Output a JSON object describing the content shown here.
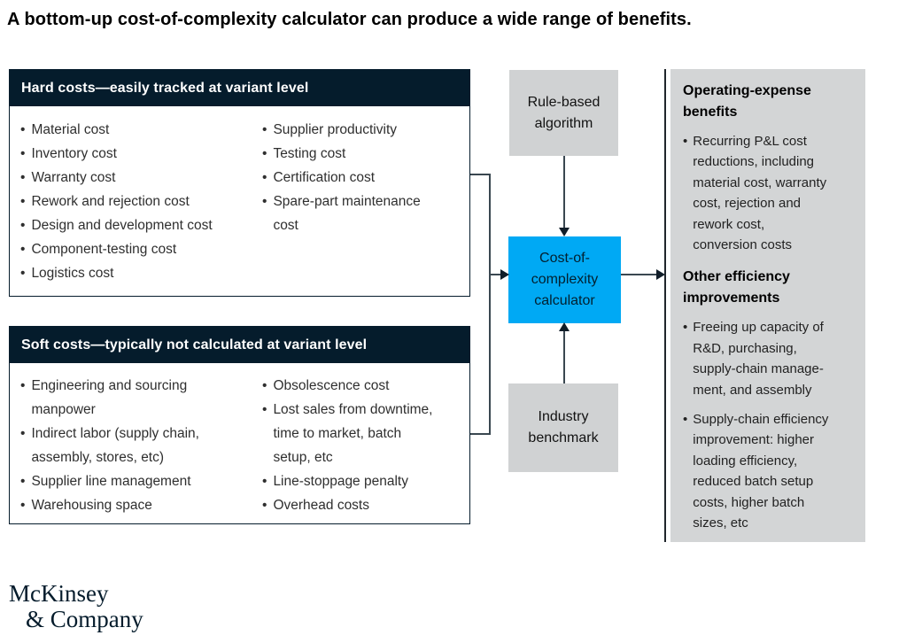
{
  "title": "A bottom-up cost-of-complexity calculator can produce a wide range of benefits.",
  "bullet": "•",
  "colors": {
    "navy": "#051C2C",
    "blue": "#00A9F4",
    "box_gray": "#D0D2D3",
    "panel_gray": "#D3D5D6",
    "line": "#3A4750",
    "arrow": "#111E29"
  },
  "hard_costs": {
    "header": "Hard costs—easily tracked at variant level",
    "col1": [
      "Material cost",
      "Inventory cost",
      "Warranty cost",
      "Rework and rejection cost",
      "Design and development cost",
      "Component-testing cost",
      "Logistics cost"
    ],
    "col2": [
      "Supplier productivity",
      "Testing cost",
      "Certification cost",
      "Spare-part maintenance\ncost"
    ]
  },
  "soft_costs": {
    "header": "Soft costs—typically not calculated at variant level",
    "col1": [
      "Engineering and sourcing\nmanpower",
      "Indirect labor (supply chain,\nassembly, stores, etc)",
      "Supplier line management",
      "Warehousing space"
    ],
    "col2": [
      "Obsolescence cost",
      "Lost sales from downtime,\ntime to market, batch\nsetup, etc",
      "Line-stoppage penalty",
      "Overhead costs"
    ]
  },
  "flow": {
    "rule_based": "Rule-based\nalgorithm",
    "calculator": "Cost-of-\ncomplexity\ncalculator",
    "benchmark": "Industry\nbenchmark"
  },
  "benefits": {
    "section1_title": "Operating-expense\nbenefits",
    "section1_items": [
      "Recurring P&L cost\nreductions, including\nmaterial cost, warranty\ncost, rejection and\nrework cost,\nconversion costs"
    ],
    "section2_title": "Other efficiency\nimprovements",
    "section2_items": [
      "Freeing up capacity of\nR&D, purchasing,\nsupply-chain manage-\nment, and assembly",
      "Supply-chain efficiency\nimprovement: higher\nloading efficiency,\nreduced batch setup\ncosts, higher batch\nsizes, etc"
    ]
  },
  "logo": {
    "line1": "McKinsey",
    "line2": "& Company"
  }
}
